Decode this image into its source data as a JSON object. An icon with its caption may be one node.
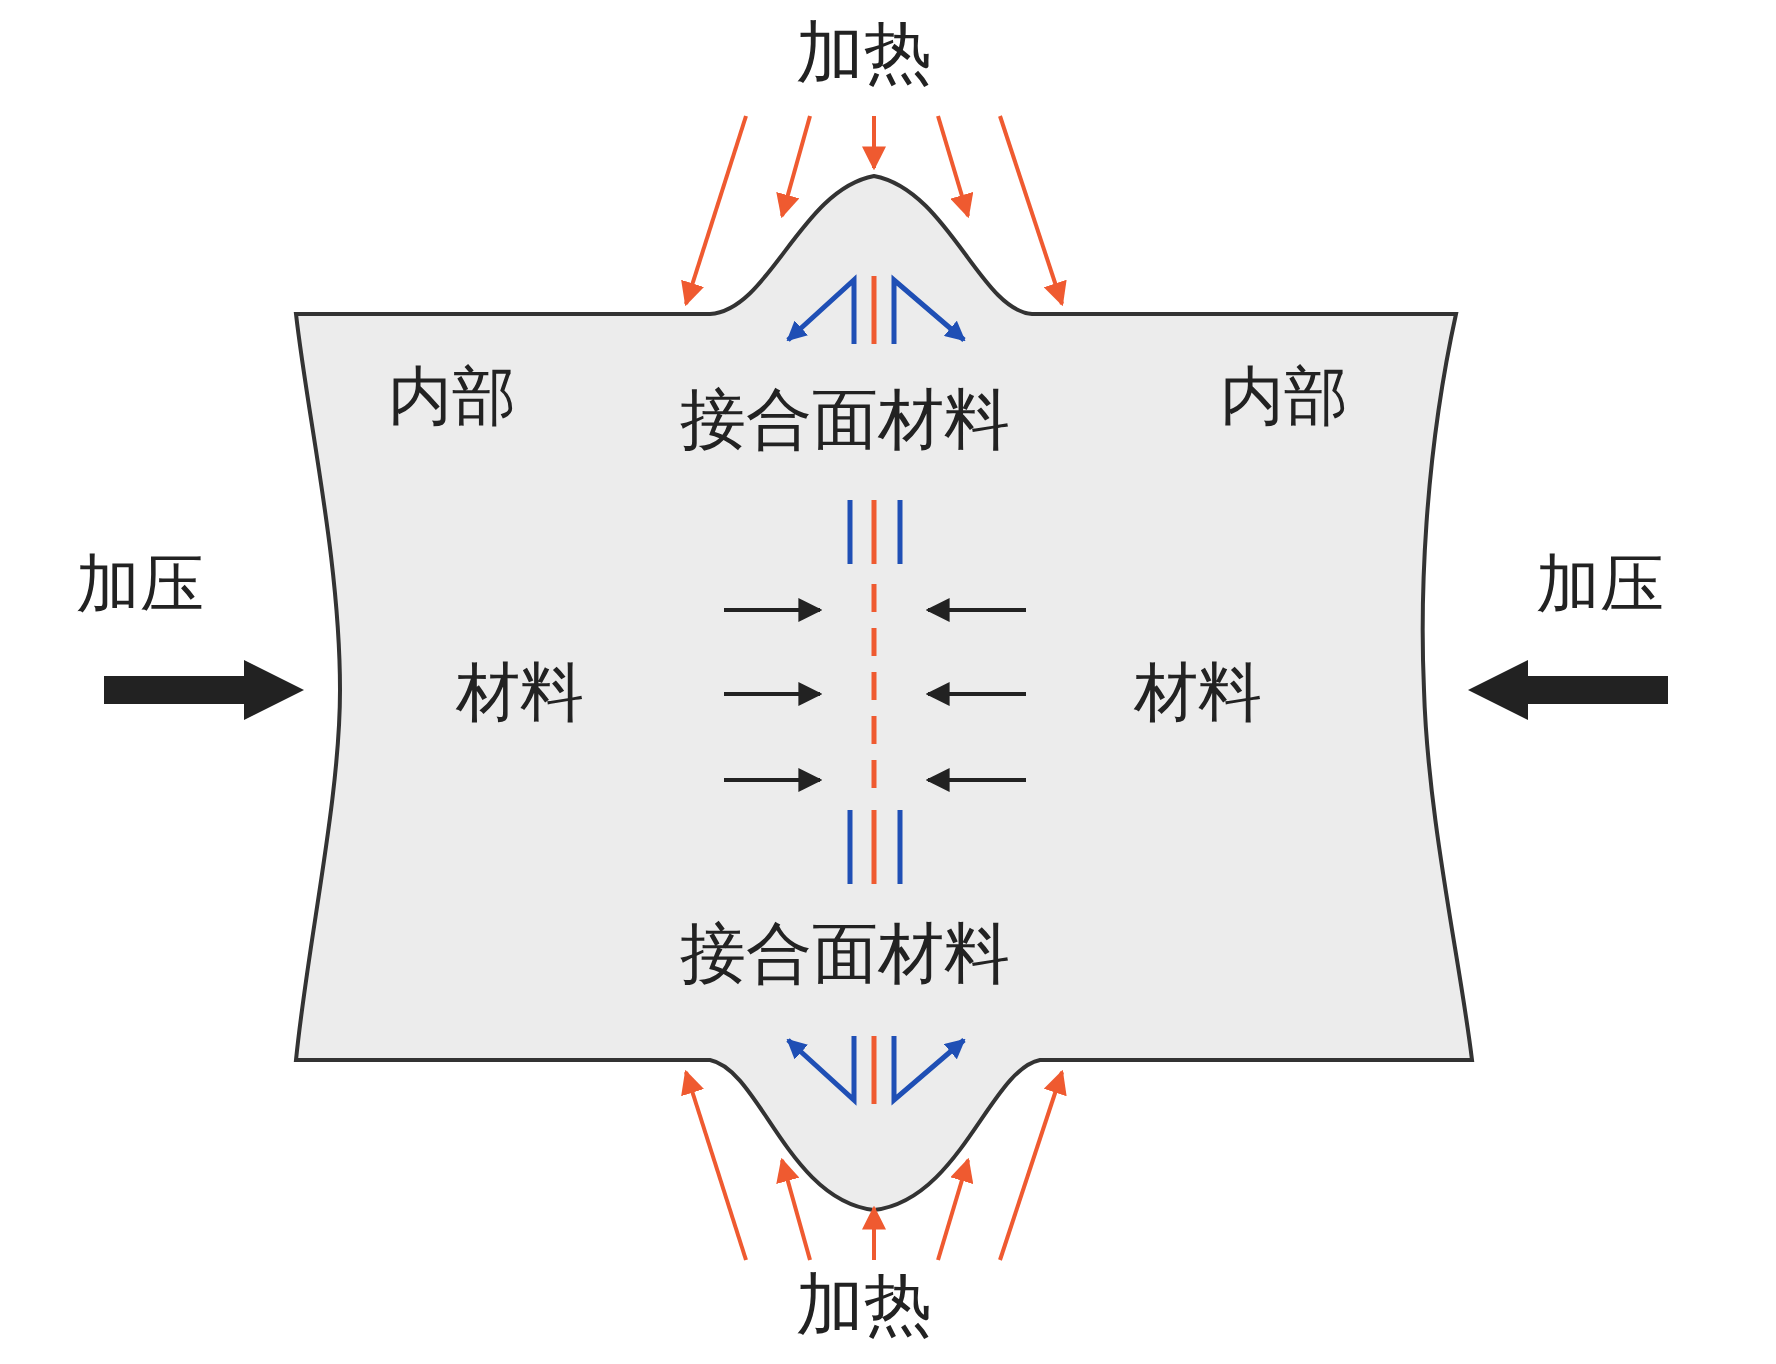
{
  "diagram": {
    "nodes": [
      {
        "text": [
          "加热"
        ]
      },
      {
        "text": [],
        "shape": "box"
      },
      {
        "text": [
          "加热"
        ]
      }
    ],
    "edges": [
      {
        "from": 0,
        "to": 1,
        "arrow": "to"
      },
      {
        "from": 0,
        "to": 1,
        "arrow": "to"
      },
      {
        "from": 0,
        "to": 1,
        "arrow": "to"
      },
      {
        "from": 0,
        "to": 1,
        "arrow": "to"
      },
      {
        "from": 0,
        "to": 1,
        "arrow": "to"
      },
      {
        "from": 2,
        "to": 1,
        "arrow": "to"
      },
      {
        "from": 2,
        "to": 1,
        "arrow": "to"
      },
      {
        "from": 2,
        "to": 1,
        "arrow": "to"
      },
      {
        "from": 2,
        "to": 1,
        "arrow": "to"
      },
      {
        "from": 2,
        "to": 1,
        "arrow": "to"
      },
      {
        "from": null,
        "to": 1,
        "arrow": "to",
        "style": "thick",
        "color": "#222222"
      },
      {
        "from": null,
        "to": 1,
        "arrow": "to",
        "style": "thick",
        "color": "#222222"
      }
    ],
    "labels": [
      "内部",
      "接合面材料",
      "内部",
      "加压",
      "加压",
      "材料",
      "材料",
      "接合面材料"
    ]
  }
}
